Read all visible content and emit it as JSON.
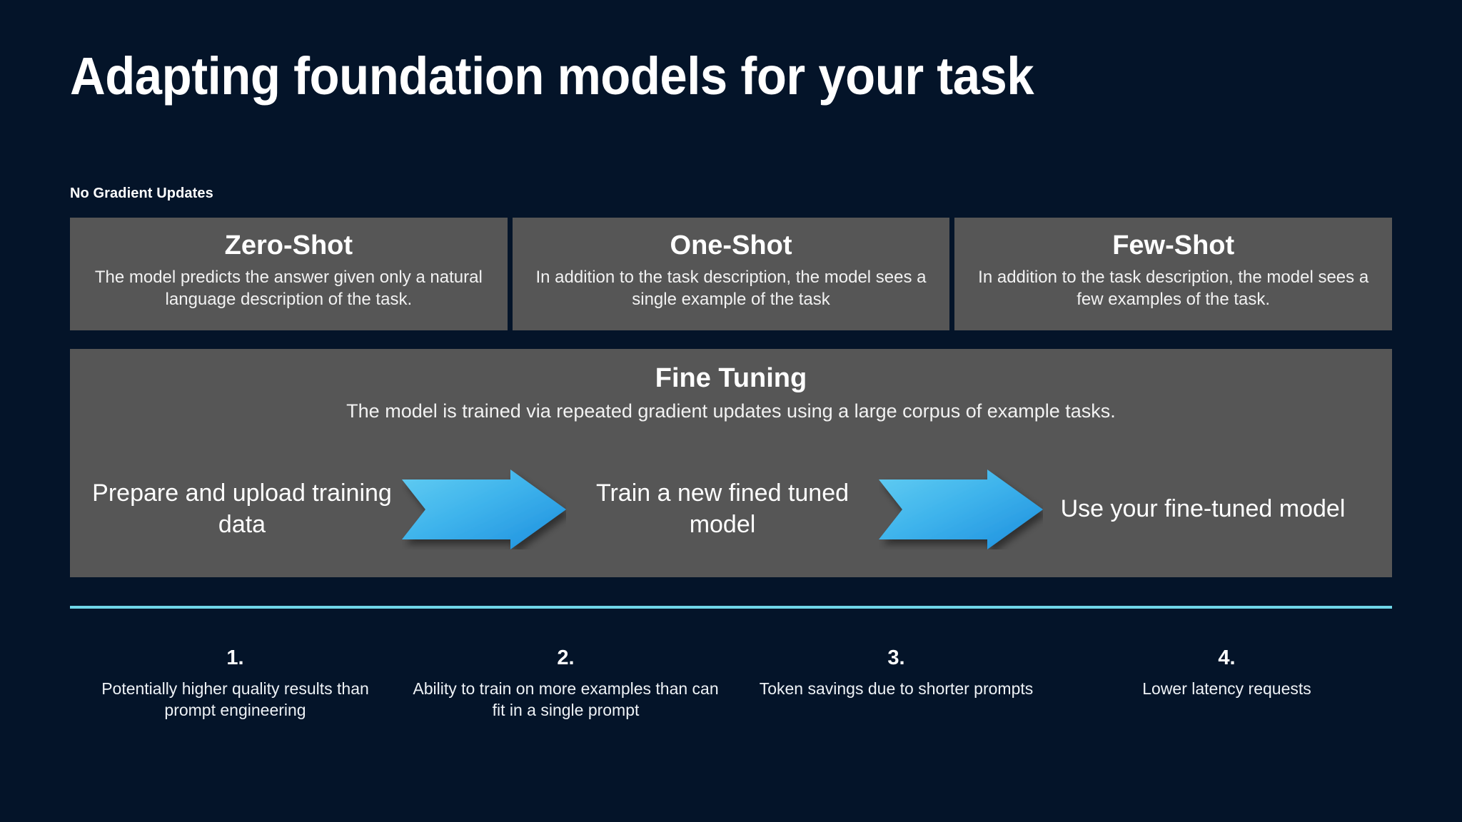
{
  "slide": {
    "background_color": "#041429",
    "card_color": "#565656",
    "accent_color": "#6fd6e8",
    "arrow_gradient_from": "#56c8f0",
    "arrow_gradient_to": "#1f93e0",
    "title": "Adapting foundation models for your task"
  },
  "no_gradient_section": {
    "label": "No Gradient Updates",
    "cards": [
      {
        "title": "Zero-Shot",
        "description": "The model predicts the answer given only a natural language description of the task."
      },
      {
        "title": "One-Shot",
        "description": "In addition to the task description, the model sees a single example of the task"
      },
      {
        "title": "Few-Shot",
        "description": "In addition to the task description, the model sees a few examples of the task."
      }
    ]
  },
  "fine_tuning": {
    "title": "Fine Tuning",
    "description": "The model is trained via repeated gradient updates using a large corpus of example tasks.",
    "steps": [
      "Prepare and upload training data",
      "Train a new fined tuned model",
      "Use your fine-tuned model"
    ],
    "arrow_icon_name": "right-arrow-icon"
  },
  "benefits": [
    {
      "number": "1.",
      "text": "Potentially higher quality results than prompt engineering"
    },
    {
      "number": "2.",
      "text": "Ability to train on more examples than can fit in a single prompt"
    },
    {
      "number": "3.",
      "text": "Token savings due to shorter prompts"
    },
    {
      "number": "4.",
      "text": "Lower latency requests"
    }
  ]
}
